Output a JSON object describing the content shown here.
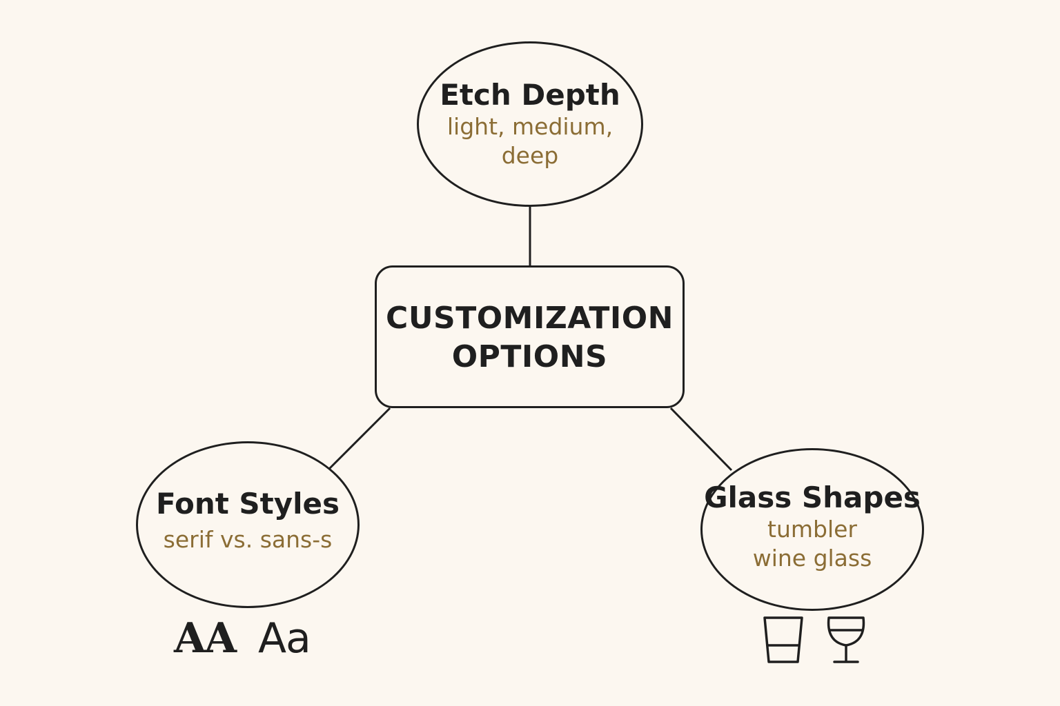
{
  "center": {
    "line1": "CUSTOMIZATION",
    "line2": "OPTIONS"
  },
  "nodes": {
    "etch_depth": {
      "title": "Etch Depth",
      "sub_line1": "light, medium,",
      "sub_line2": "deep"
    },
    "font_styles": {
      "title": "Font Styles",
      "sub_line1": "serif vs. sans-s"
    },
    "glass_shapes": {
      "title": "Glass Shapes",
      "sub_line1": "tumbler",
      "sub_line2": "wine glass"
    }
  },
  "samples": {
    "serif": "AA",
    "sans": "Aa"
  },
  "icons": [
    "tumbler-icon",
    "wine-glass-icon"
  ],
  "colors": {
    "background": "#fcf7f0",
    "ink": "#1f1f1f",
    "accent_text": "#8b6d35"
  }
}
